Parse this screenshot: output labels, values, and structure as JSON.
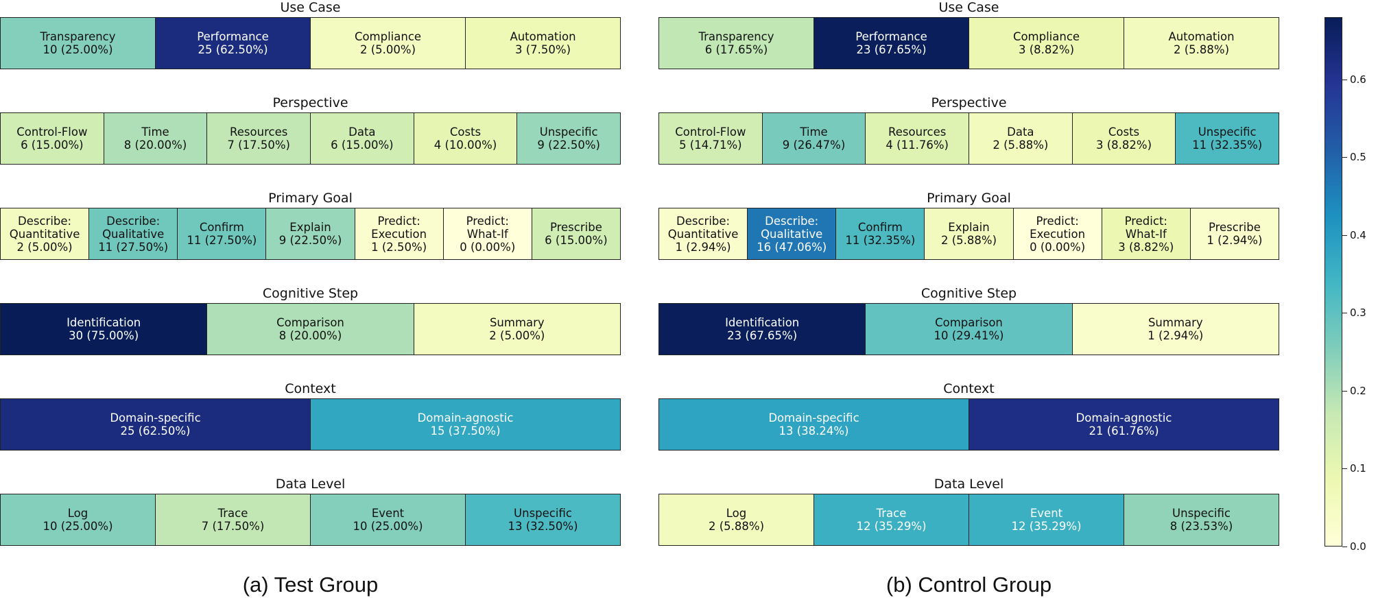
{
  "chart_data": [
    {
      "type": "stacked-bar-heatmap",
      "caption": "(a) Test Group",
      "sections": [
        {
          "title": "Use Case",
          "cells": [
            {
              "label": "Transparency",
              "count": 10,
              "pct": "25.00%",
              "value": 0.25
            },
            {
              "label": "Performance",
              "count": 25,
              "pct": "62.50%",
              "value": 0.625
            },
            {
              "label": "Compliance",
              "count": 2,
              "pct": "5.00%",
              "value": 0.05
            },
            {
              "label": "Automation",
              "count": 3,
              "pct": "7.50%",
              "value": 0.075
            }
          ]
        },
        {
          "title": "Perspective",
          "cells": [
            {
              "label": "Control-Flow",
              "count": 6,
              "pct": "15.00%",
              "value": 0.15
            },
            {
              "label": "Time",
              "count": 8,
              "pct": "20.00%",
              "value": 0.2
            },
            {
              "label": "Resources",
              "count": 7,
              "pct": "17.50%",
              "value": 0.175
            },
            {
              "label": "Data",
              "count": 6,
              "pct": "15.00%",
              "value": 0.15
            },
            {
              "label": "Costs",
              "count": 4,
              "pct": "10.00%",
              "value": 0.1
            },
            {
              "label": "Unspecific",
              "count": 9,
              "pct": "22.50%",
              "value": 0.225
            }
          ]
        },
        {
          "title": "Primary Goal",
          "cells": [
            {
              "label": "Describe:\nQuantitative",
              "count": 2,
              "pct": "5.00%",
              "value": 0.05
            },
            {
              "label": "Describe:\nQualitative",
              "count": 11,
              "pct": "27.50%",
              "value": 0.275
            },
            {
              "label": "Confirm",
              "count": 11,
              "pct": "27.50%",
              "value": 0.275
            },
            {
              "label": "Explain",
              "count": 9,
              "pct": "22.50%",
              "value": 0.225
            },
            {
              "label": "Predict:\nExecution",
              "count": 1,
              "pct": "2.50%",
              "value": 0.025
            },
            {
              "label": "Predict:\nWhat-If",
              "count": 0,
              "pct": "0.00%",
              "value": 0.0
            },
            {
              "label": "Prescribe",
              "count": 6,
              "pct": "15.00%",
              "value": 0.15
            }
          ]
        },
        {
          "title": "Cognitive Step",
          "cells": [
            {
              "label": "Identification",
              "count": 30,
              "pct": "75.00%",
              "value": 0.75
            },
            {
              "label": "Comparison",
              "count": 8,
              "pct": "20.00%",
              "value": 0.2
            },
            {
              "label": "Summary",
              "count": 2,
              "pct": "5.00%",
              "value": 0.05
            }
          ]
        },
        {
          "title": "Context",
          "cells": [
            {
              "label": "Domain-specific",
              "count": 25,
              "pct": "62.50%",
              "value": 0.625
            },
            {
              "label": "Domain-agnostic",
              "count": 15,
              "pct": "37.50%",
              "value": 0.375
            }
          ]
        },
        {
          "title": "Data Level",
          "cells": [
            {
              "label": "Log",
              "count": 10,
              "pct": "25.00%",
              "value": 0.25
            },
            {
              "label": "Trace",
              "count": 7,
              "pct": "17.50%",
              "value": 0.175
            },
            {
              "label": "Event",
              "count": 10,
              "pct": "25.00%",
              "value": 0.25
            },
            {
              "label": "Unspecific",
              "count": 13,
              "pct": "32.50%",
              "value": 0.325
            }
          ]
        }
      ]
    },
    {
      "type": "stacked-bar-heatmap",
      "caption": "(b) Control Group",
      "sections": [
        {
          "title": "Use Case",
          "cells": [
            {
              "label": "Transparency",
              "count": 6,
              "pct": "17.65%",
              "value": 0.1765
            },
            {
              "label": "Performance",
              "count": 23,
              "pct": "67.65%",
              "value": 0.6765
            },
            {
              "label": "Compliance",
              "count": 3,
              "pct": "8.82%",
              "value": 0.0882
            },
            {
              "label": "Automation",
              "count": 2,
              "pct": "5.88%",
              "value": 0.0588
            }
          ]
        },
        {
          "title": "Perspective",
          "cells": [
            {
              "label": "Control-Flow",
              "count": 5,
              "pct": "14.71%",
              "value": 0.1471
            },
            {
              "label": "Time",
              "count": 9,
              "pct": "26.47%",
              "value": 0.2647
            },
            {
              "label": "Resources",
              "count": 4,
              "pct": "11.76%",
              "value": 0.1176
            },
            {
              "label": "Data",
              "count": 2,
              "pct": "5.88%",
              "value": 0.0588
            },
            {
              "label": "Costs",
              "count": 3,
              "pct": "8.82%",
              "value": 0.0882
            },
            {
              "label": "Unspecific",
              "count": 11,
              "pct": "32.35%",
              "value": 0.3235
            }
          ]
        },
        {
          "title": "Primary Goal",
          "cells": [
            {
              "label": "Describe:\nQuantitative",
              "count": 1,
              "pct": "2.94%",
              "value": 0.0294
            },
            {
              "label": "Describe:\nQualitative",
              "count": 16,
              "pct": "47.06%",
              "value": 0.4706
            },
            {
              "label": "Confirm",
              "count": 11,
              "pct": "32.35%",
              "value": 0.3235
            },
            {
              "label": "Explain",
              "count": 2,
              "pct": "5.88%",
              "value": 0.0588
            },
            {
              "label": "Predict:\nExecution",
              "count": 0,
              "pct": "0.00%",
              "value": 0.0
            },
            {
              "label": "Predict:\nWhat-If",
              "count": 3,
              "pct": "8.82%",
              "value": 0.0882
            },
            {
              "label": "Prescribe",
              "count": 1,
              "pct": "2.94%",
              "value": 0.0294
            }
          ]
        },
        {
          "title": "Cognitive Step",
          "cells": [
            {
              "label": "Identification",
              "count": 23,
              "pct": "67.65%",
              "value": 0.6765
            },
            {
              "label": "Comparison",
              "count": 10,
              "pct": "29.41%",
              "value": 0.2941
            },
            {
              "label": "Summary",
              "count": 1,
              "pct": "2.94%",
              "value": 0.0294
            }
          ]
        },
        {
          "title": "Context",
          "cells": [
            {
              "label": "Domain-specific",
              "count": 13,
              "pct": "38.24%",
              "value": 0.3824
            },
            {
              "label": "Domain-agnostic",
              "count": 21,
              "pct": "61.76%",
              "value": 0.6176
            }
          ]
        },
        {
          "title": "Data Level",
          "cells": [
            {
              "label": "Log",
              "count": 2,
              "pct": "5.88%",
              "value": 0.0588
            },
            {
              "label": "Trace",
              "count": 12,
              "pct": "35.29%",
              "value": 0.3529
            },
            {
              "label": "Event",
              "count": 12,
              "pct": "35.29%",
              "value": 0.3529
            },
            {
              "label": "Unspecific",
              "count": 8,
              "pct": "23.53%",
              "value": 0.2353
            }
          ]
        }
      ]
    }
  ],
  "colorbar": {
    "colormap": "YlGnBu",
    "range": [
      0.0,
      0.68
    ],
    "ticks": [
      "0.0",
      "0.1",
      "0.2",
      "0.3",
      "0.4",
      "0.5",
      "0.6"
    ],
    "stops": [
      "#ffffd9",
      "#edf8b1",
      "#c7e9b4",
      "#7fcdbb",
      "#41b6c4",
      "#1d91c0",
      "#225ea8",
      "#253494",
      "#081d58"
    ]
  }
}
